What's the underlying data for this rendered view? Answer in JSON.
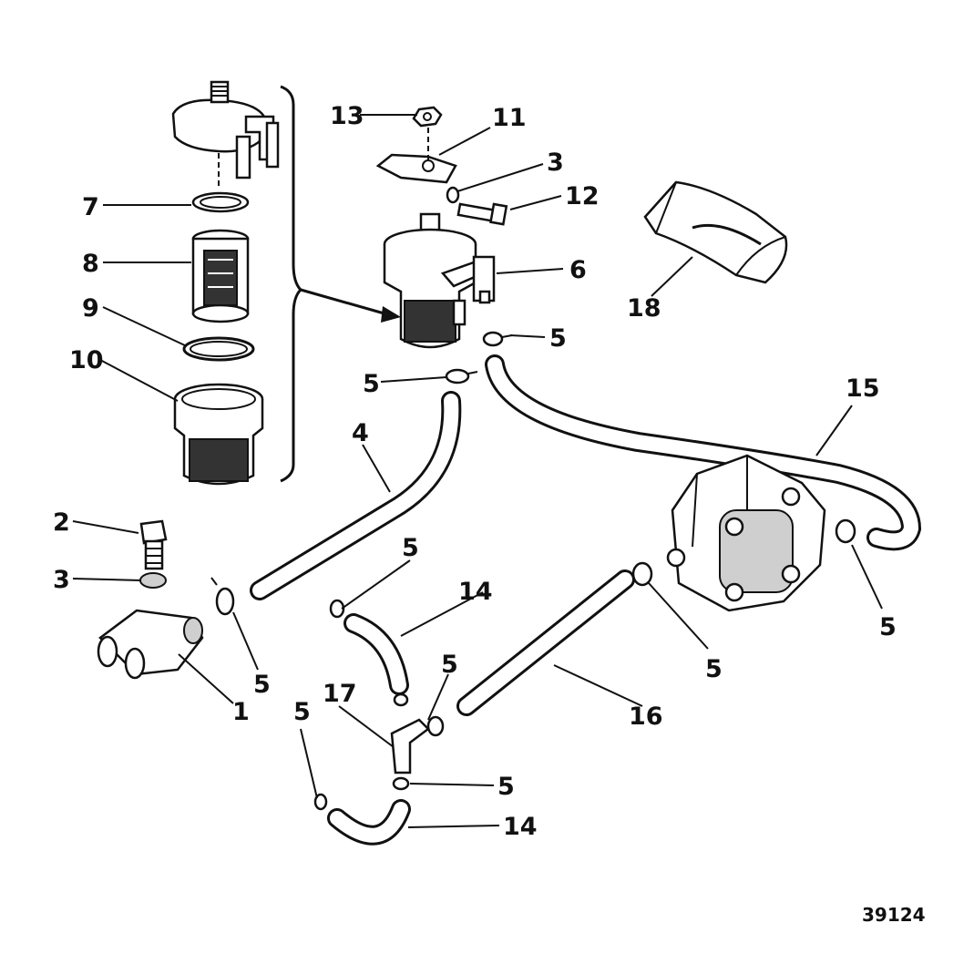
{
  "figure_number": "39124",
  "callouts": [
    {
      "id": "c13",
      "label": "13"
    },
    {
      "id": "c11",
      "label": "11"
    },
    {
      "id": "c3a",
      "label": "3"
    },
    {
      "id": "c12",
      "label": "12"
    },
    {
      "id": "c7",
      "label": "7"
    },
    {
      "id": "c8",
      "label": "8"
    },
    {
      "id": "c9",
      "label": "9"
    },
    {
      "id": "c10",
      "label": "10"
    },
    {
      "id": "c6",
      "label": "6"
    },
    {
      "id": "c18",
      "label": "18"
    },
    {
      "id": "c5a",
      "label": "5"
    },
    {
      "id": "c5b",
      "label": "5"
    },
    {
      "id": "c15",
      "label": "15"
    },
    {
      "id": "c4",
      "label": "4"
    },
    {
      "id": "c2",
      "label": "2"
    },
    {
      "id": "c3b",
      "label": "3"
    },
    {
      "id": "c5c",
      "label": "5"
    },
    {
      "id": "c1",
      "label": "1"
    },
    {
      "id": "c5d",
      "label": "5"
    },
    {
      "id": "c14a",
      "label": "14"
    },
    {
      "id": "c5e",
      "label": "5"
    },
    {
      "id": "c17",
      "label": "17"
    },
    {
      "id": "c5f",
      "label": "5"
    },
    {
      "id": "c16",
      "label": "16"
    },
    {
      "id": "c5g",
      "label": "5"
    },
    {
      "id": "c5h",
      "label": "5"
    },
    {
      "id": "c5i",
      "label": "5"
    },
    {
      "id": "c14b",
      "label": "14"
    }
  ]
}
